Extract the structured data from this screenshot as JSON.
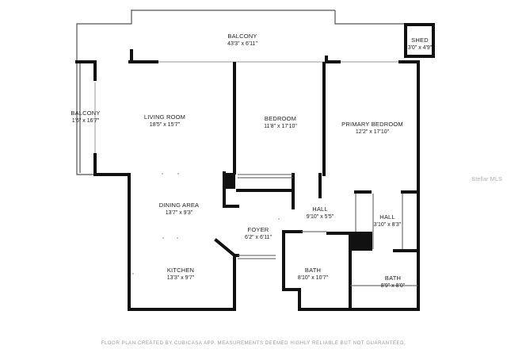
{
  "rooms": {
    "balcony_top": {
      "name": "BALCONY",
      "dims": "43'3\" x 6'11\""
    },
    "shed": {
      "name": "SHED",
      "dims": "3'0\" x 4'9\""
    },
    "balcony_left": {
      "name": "BALCONY",
      "dims": "1'6\" x 16'7\""
    },
    "living": {
      "name": "LIVING ROOM",
      "dims": "18'5\" x 15'7\""
    },
    "bedroom": {
      "name": "BEDROOM",
      "dims": "11'8\" x 17'10\""
    },
    "primary_bedroom": {
      "name": "PRIMARY BEDROOM",
      "dims": "12'2\" x 17'10\""
    },
    "dining": {
      "name": "DINING AREA",
      "dims": "13'7\" x 9'3\""
    },
    "hall_center": {
      "name": "HALL",
      "dims": "9'10\" x 5'5\""
    },
    "hall_right": {
      "name": "HALL",
      "dims": "3'10\" x 8'3\""
    },
    "foyer": {
      "name": "FOYER",
      "dims": "6'2\" x 6'11\""
    },
    "kitchen": {
      "name": "KITCHEN",
      "dims": "13'3\" x 9'7\""
    },
    "bath_left": {
      "name": "BATH",
      "dims": "8'10\" x 10'7\""
    },
    "bath_right": {
      "name": "BATH",
      "dims": "8'9\" x 8'0\""
    }
  },
  "footer": {
    "disclaimer": "FLOOR PLAN CREATED BY CUBICASA APP. MEASUREMENTS DEEMED HIGHLY RELIABLE BUT NOT GUARANTEED."
  },
  "watermark": {
    "text": "Stellar MLS"
  },
  "colors": {
    "wall": "#111111",
    "thin_wall": "#555555",
    "opening": "#9a9a9a",
    "background": "#ffffff"
  }
}
